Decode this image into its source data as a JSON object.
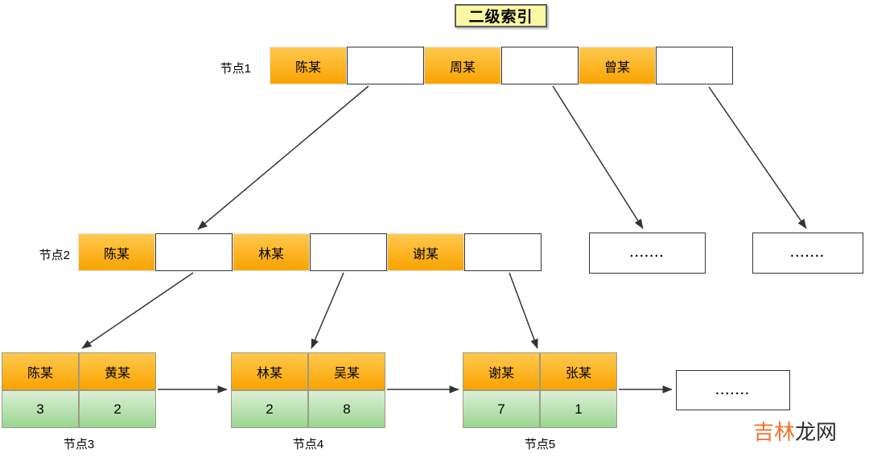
{
  "title": "二级索引",
  "nodes": {
    "node1": {
      "label": "节点1",
      "keys": [
        "陈某",
        "周某",
        "曾某"
      ]
    },
    "node2": {
      "label": "节点2",
      "keys": [
        "陈某",
        "林某",
        "谢某"
      ]
    },
    "node3": {
      "label": "节点3",
      "keys": [
        "陈某",
        "黄某"
      ],
      "values": [
        "3",
        "2"
      ]
    },
    "node4": {
      "label": "节点4",
      "keys": [
        "林某",
        "吴某"
      ],
      "values": [
        "2",
        "8"
      ]
    },
    "node5": {
      "label": "节点5",
      "keys": [
        "谢某",
        "张某"
      ],
      "values": [
        "7",
        "1"
      ]
    }
  },
  "ellipsis_boxes": {
    "top_right_1": ".......",
    "top_right_2": ".......",
    "bottom_right": "......."
  },
  "edges": [
    {
      "from": "node1-pointer-1",
      "to": "node2"
    },
    {
      "from": "node1-pointer-2",
      "to": "ellipsis-top-1"
    },
    {
      "from": "node1-pointer-3",
      "to": "ellipsis-top-2"
    },
    {
      "from": "node2-pointer-1",
      "to": "node3"
    },
    {
      "from": "node2-pointer-2",
      "to": "node4"
    },
    {
      "from": "node2-pointer-3",
      "to": "node5"
    },
    {
      "from": "node3",
      "to": "node4"
    },
    {
      "from": "node4",
      "to": "node5"
    },
    {
      "from": "node5",
      "to": "ellipsis-bottom"
    }
  ],
  "watermark": {
    "text_primary": "吉林",
    "text_secondary": "龙网"
  },
  "colors": {
    "orange_top": "#ffc94f",
    "orange_bottom": "#f9a300",
    "green_top": "#dcefd7",
    "green_bottom": "#99d690",
    "title_bg": "#faf7a2",
    "title_border": "#606060",
    "cell_border": "#343434",
    "arrow": "#333333",
    "watermark_primary": "#f4702b",
    "watermark_secondary": "#2b2b2b"
  }
}
